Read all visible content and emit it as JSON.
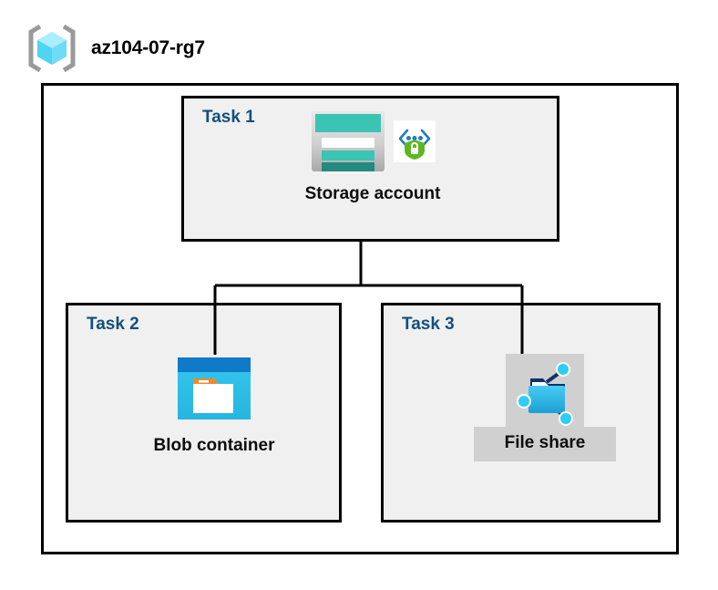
{
  "header": {
    "icon_name": "resource-group-icon",
    "title": "az104-07-rg7"
  },
  "diagram": {
    "type": "azure-architecture-diagram",
    "container_name": "resource-group-boundary",
    "colors": {
      "task_label": "#13507c",
      "node_label": "#0d0d0d",
      "box_border": "#000000",
      "box_fill": "#f0f0f0",
      "outer_fill": "#ffffff",
      "highlight": "#d0d0d0",
      "storage_teal": "#3bbfb0",
      "storage_teal_dark": "#2a8a80",
      "blob_blue": "#0f7ac8",
      "blob_cyan": "#32c3ef",
      "blob_orange": "#f0892a",
      "fileshare_cyan": "#32c3ef",
      "fileshare_navy": "#12326b",
      "shield_green": "#5fb624",
      "bracket_blue": "#1f7cc0",
      "cube_cyan": "#59d9f5",
      "bracket_gray": "#9a9a9a"
    },
    "tasks": [
      {
        "id": "task1",
        "label": "Task 1",
        "node_label": "Storage account",
        "node_name": "storage-account-node",
        "icons": [
          "storage-account-icon",
          "secure-endpoint-shield-icon"
        ],
        "highlighted": false
      },
      {
        "id": "task2",
        "label": "Task 2",
        "node_label": "Blob container",
        "node_name": "blob-container-node",
        "icons": [
          "blob-container-icon"
        ],
        "highlighted": false
      },
      {
        "id": "task3",
        "label": "Task 3",
        "node_label": "File share",
        "node_name": "file-share-node",
        "icons": [
          "file-share-icon"
        ],
        "highlighted": true
      }
    ],
    "connectors": [
      {
        "name": "storage-to-blob-connector",
        "from": "storage-account-node",
        "to": "blob-container-node"
      },
      {
        "name": "storage-to-fileshare-connector",
        "from": "storage-account-node",
        "to": "file-share-node"
      }
    ]
  }
}
